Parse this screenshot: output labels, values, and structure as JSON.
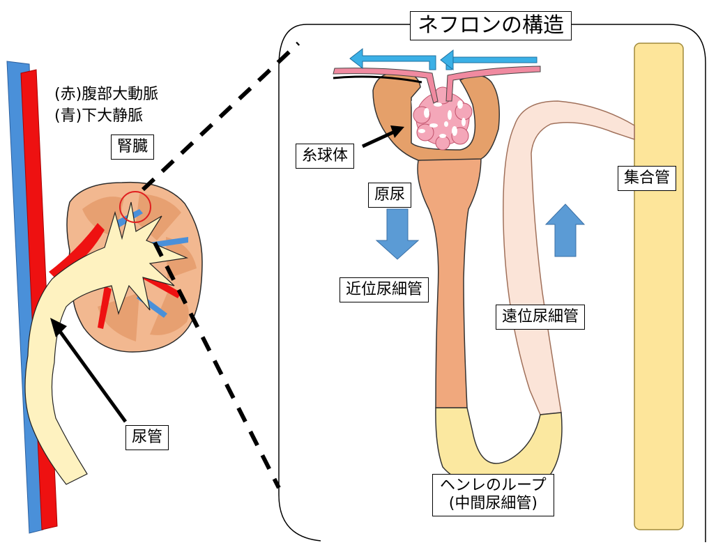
{
  "title": "ネフロンの構造",
  "legend": {
    "artery": "(赤)腹部大動脈",
    "vein": "(青)下大静脈"
  },
  "labels": {
    "kidney": "腎臓",
    "ureter": "尿管",
    "glomerulus": "糸球体",
    "primary_urine": "原尿",
    "proximal_tubule": "近位尿細管",
    "distal_tubule": "遠位尿細管",
    "collecting_duct": "集合管",
    "loop_line1": "ヘンレのループ",
    "loop_line2": "(中間尿細管)"
  },
  "colors": {
    "artery": "#ee1111",
    "vein": "#4a90d9",
    "kidney": "#f2b890",
    "kidney_lobe": "#e7a071",
    "pelvis": "#fef2c0",
    "bowman": "#e5a06a",
    "glomerulus": "#f4a7b9",
    "proximal": "#f0a87d",
    "loop": "#fbe8a0",
    "distal": "#fbe4d8",
    "collecting": "#fde59a",
    "flow_arrow": "#5b9bd5",
    "afferent": "#3bb0e6"
  },
  "icons": {
    "flow_down": "arrow-down-icon",
    "flow_up": "arrow-up-icon"
  }
}
